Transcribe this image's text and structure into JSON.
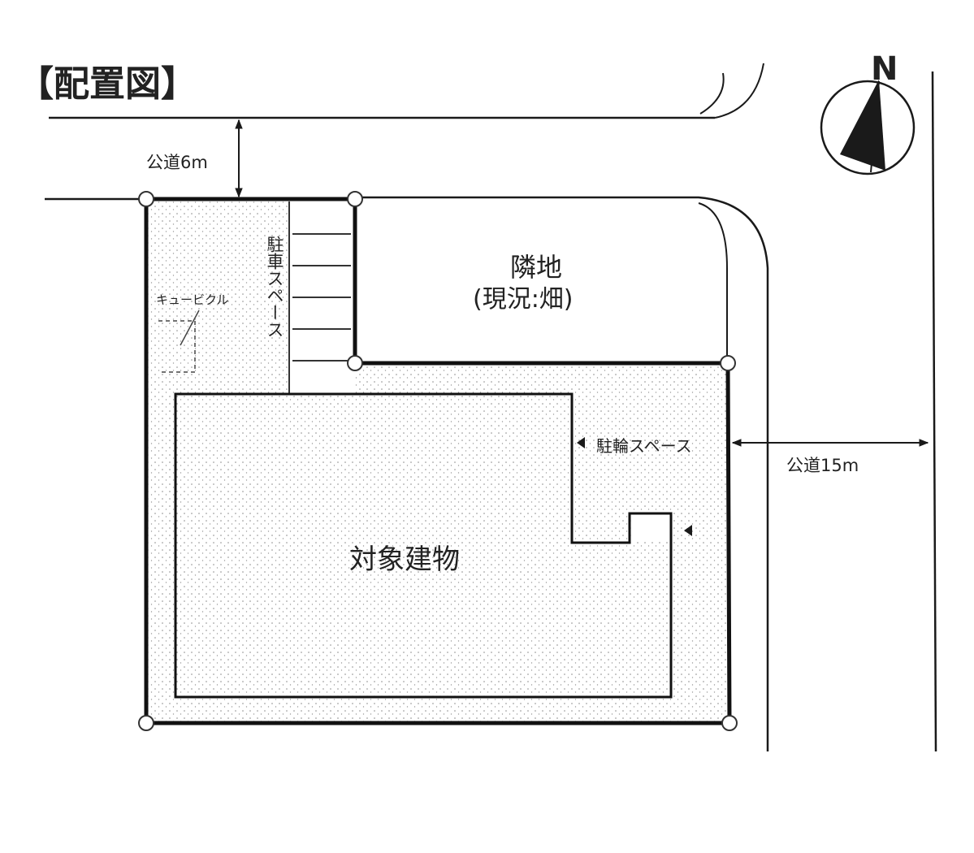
{
  "title": "【配置図】",
  "compass": {
    "label": "N"
  },
  "roads": {
    "north": "公道6m",
    "east": "公道15m"
  },
  "areas": {
    "neighbor_line1": "隣地",
    "neighbor_line2": "(現況:畑)",
    "building": "対象建物",
    "parking": "駐車スペース",
    "bicycle": "駐輪スペース",
    "cubicle": "キュービクル"
  },
  "colors": {
    "line": "#1a1a1a",
    "stipple": "#8a8a8a"
  }
}
